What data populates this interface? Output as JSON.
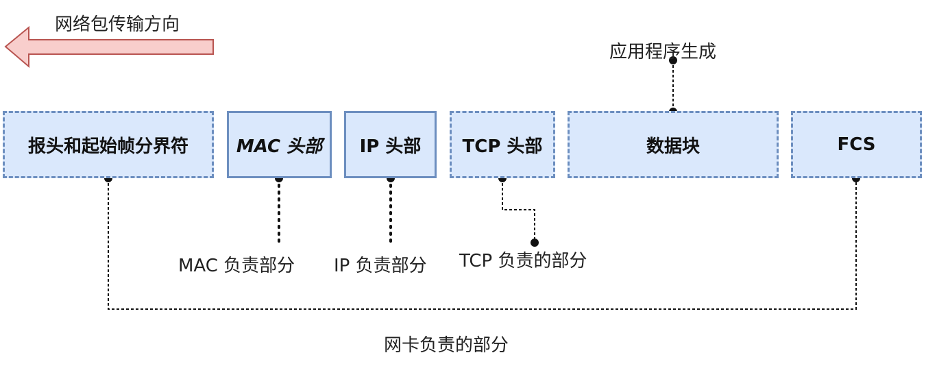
{
  "direction": {
    "label": "网络包传输方向"
  },
  "segments": [
    {
      "id": "preamble",
      "label": "报头和起始帧分界符"
    },
    {
      "id": "mac",
      "label": "MAC 头部"
    },
    {
      "id": "ip",
      "label": "IP 头部"
    },
    {
      "id": "tcp",
      "label": "TCP 头部"
    },
    {
      "id": "data",
      "label": "数据块"
    },
    {
      "id": "fcs",
      "label": "FCS"
    }
  ],
  "annotations": {
    "app_generated": "应用程序生成",
    "mac_part": "MAC 负责部分",
    "ip_part": "IP 负责部分",
    "tcp_part": "TCP 负责的部分",
    "nic_part": "网卡负责的部分"
  },
  "colors": {
    "box_fill": "#dae8fc",
    "box_stroke": "#6c8ebf",
    "arrow_fill": "#f8cecc",
    "arrow_stroke": "#b85450",
    "connector": "#111111"
  }
}
